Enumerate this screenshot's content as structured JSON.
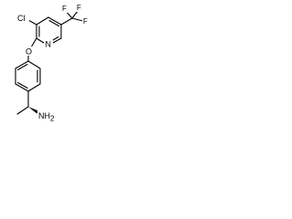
{
  "molecule": {
    "atoms": {
      "cl": "Cl",
      "n_pyridine": "N",
      "o_ether": "O",
      "nh2_n": "NH",
      "nh2_sub": "2",
      "cf3_f_top_left": "F",
      "cf3_f_top_right": "F",
      "cf3_f_right": "F"
    }
  }
}
